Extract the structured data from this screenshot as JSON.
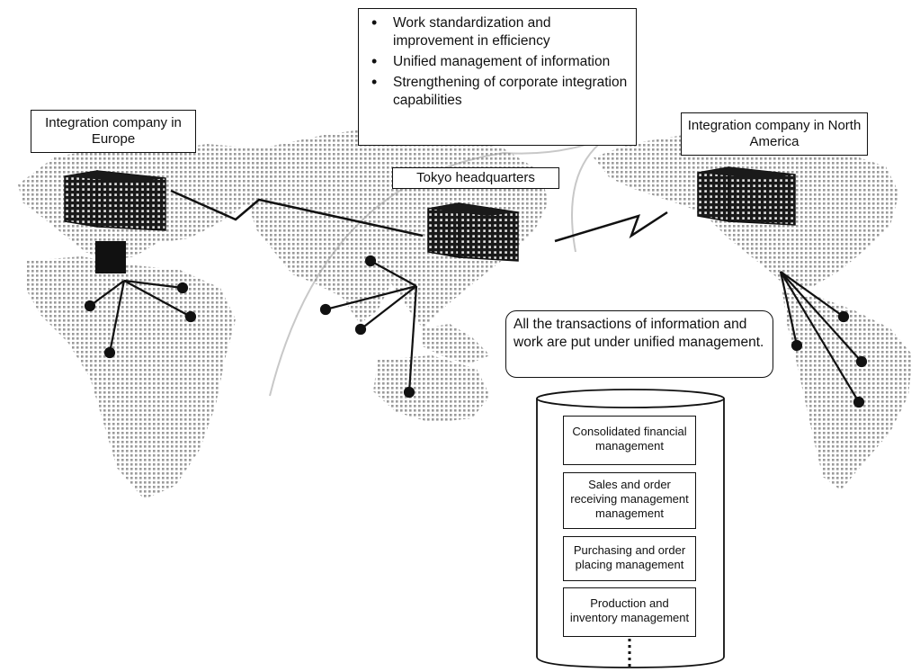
{
  "bullet_box": {
    "items": [
      "Work standardization and improvement in efficiency",
      "Unified management of information",
      "Strengthening of corporate integration capabilities"
    ]
  },
  "labels": {
    "europe": "Integration company in Europe",
    "north_america": "Integration company in North America",
    "tokyo": "Tokyo headquarters"
  },
  "callout": {
    "text": "All the transactions of information and work are put under unified management."
  },
  "database": {
    "functions": [
      "Consolidated financial management",
      "Sales and order receiving management management",
      "Purchasing and order placing management",
      "Production and inventory management"
    ]
  },
  "colors": {
    "map_dots": "#9a9a9a",
    "lines": "#111111",
    "building_dark": "#1a1a1a",
    "building_light": "#f0f0f0"
  }
}
